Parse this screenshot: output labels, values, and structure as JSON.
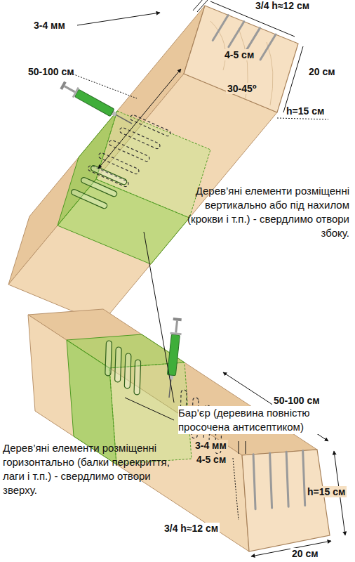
{
  "diagram": {
    "labels": [
      "3-4 мм",
      "3/4 h≈12 см",
      "4-5 см",
      "20 см",
      "50-100 см",
      "30-45⁰",
      "h=15 см",
      "Дерев’яні елементи розміщенні вертикально або під нахилом (крокви і т.п.) - свердлимо отвори збоку.",
      "Бар’єр (деревина повністю просочена антисептиком)",
      "50-100 см",
      "3-4 мм",
      "4-5 см",
      "h=15 см",
      "3/4 h≈12 см",
      "20 см",
      "Дерев’яні елементи розміщенні горизонтально (балки перекриття, лаги і т.п.) - свердлимо отвори зверху."
    ]
  }
}
